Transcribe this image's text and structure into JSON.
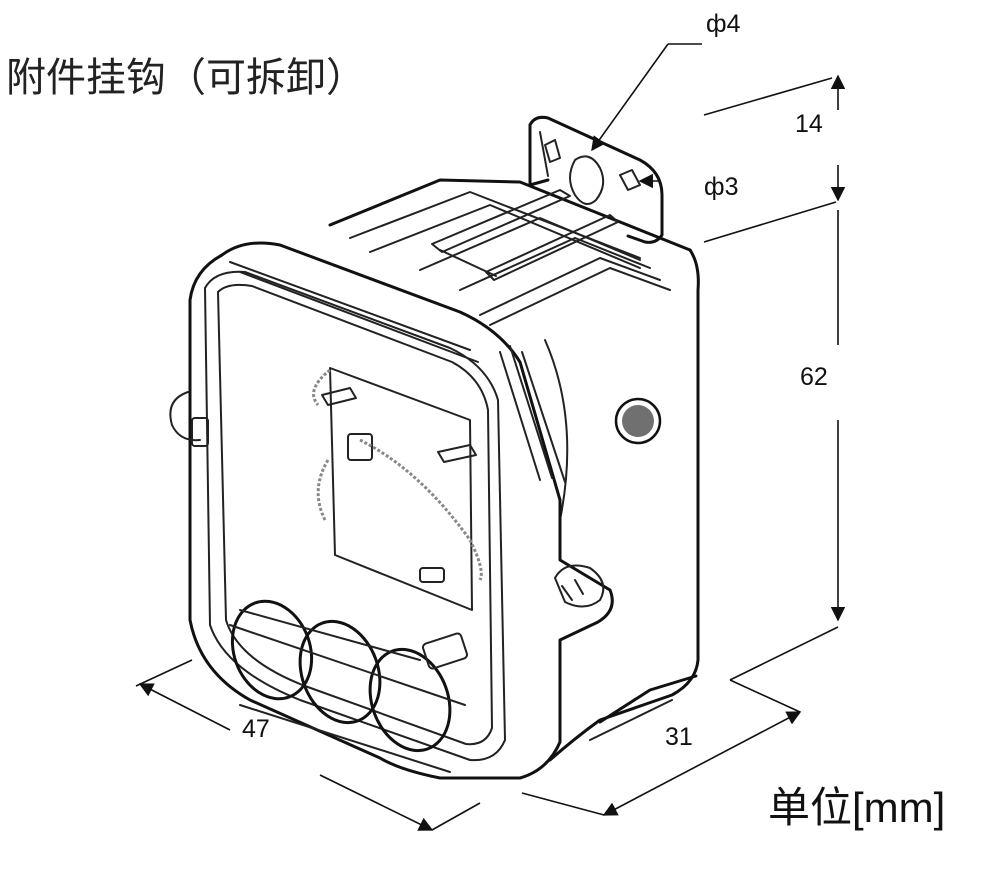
{
  "title": "附件挂钩（可拆卸）",
  "unit_label": "单位[mm]",
  "dimensions": {
    "hole_large": "ф4",
    "hole_small": "ф3",
    "hook_height": "14",
    "body_height": "62",
    "width": "47",
    "depth": "31"
  },
  "colors": {
    "line": "#111111",
    "indicator": "#707070"
  }
}
